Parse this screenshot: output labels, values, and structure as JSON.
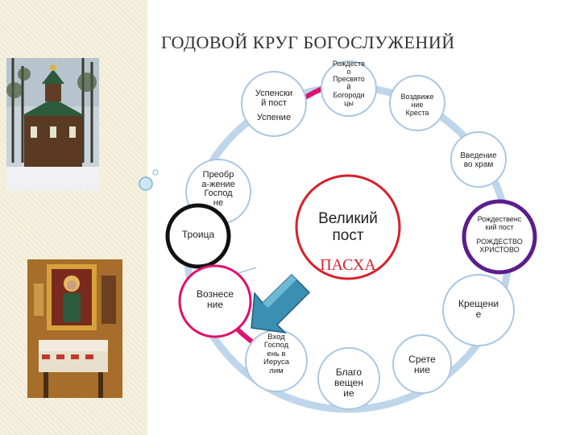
{
  "title": "ГОДОВОЙ КРУГ БОГОСЛУЖЕНИЙ",
  "colors": {
    "ring": "#bfd6ea",
    "node_border": "#a9c7e2",
    "pink": "#e0106e",
    "purple": "#5a1d8c",
    "red": "#d6202a",
    "black": "#111111",
    "arrow": "#3a8fb3"
  },
  "nodes": {
    "uspensky": "Успенски\nй пост",
    "uspenie": "Успение",
    "rozhdestvo_bogoroditsy": "Рождеств\nо\nПресвято\nй\nБогороди\nцы",
    "vozdvizhenie": "Воздвиже\nние\nКреста",
    "vvedenie": "Введение\nво храм",
    "preobrazhenie": "Преобр\nа-жение\nГоспод\nне",
    "troitsa": "Троица",
    "rozhdestvensky_post": "Рождественс\nкий пост",
    "rozhdestvo_khristovo": "РОЖДЕСТВО\nХРИСТОВО",
    "vozneseniye": "Вознесе\nние",
    "kreshchenie": "Крещени\nе",
    "vkhod": "Вход\nГоспод\nень в\nИеруса\nлим",
    "blagoveshchenie": "Благо\nвещен\nие",
    "sretenie": "Срете\nние"
  },
  "center": {
    "veliky_post": "Великий\nпост",
    "paskha": "ПАСХА"
  }
}
